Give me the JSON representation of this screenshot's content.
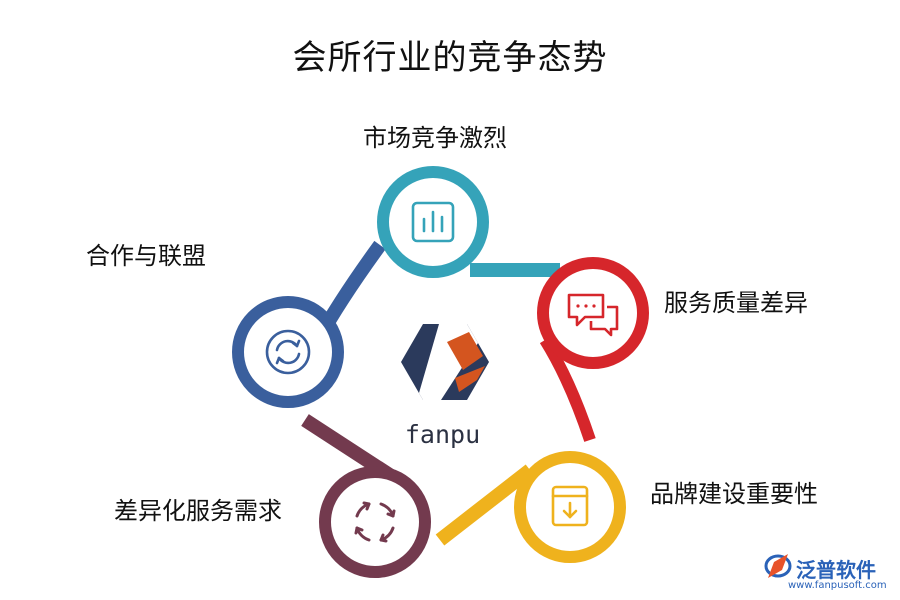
{
  "title": "会所行业的竞争态势",
  "nodes": [
    {
      "label": "市场竞争激烈",
      "icon": "chart-icon",
      "color": "#35a3b9"
    },
    {
      "label": "服务质量差异",
      "icon": "chat-bubbles-icon",
      "color": "#d6262b"
    },
    {
      "label": "品牌建设重要性",
      "icon": "download-box-icon",
      "color": "#efb21d"
    },
    {
      "label": "差异化服务需求",
      "icon": "rotate-arrows-icon",
      "color": "#733a4e"
    },
    {
      "label": "合作与联盟",
      "icon": "refresh-icon",
      "color": "#3a5f9d"
    }
  ],
  "center_logo": {
    "text": "fanpu",
    "color_dark": "#2b3a5c",
    "color_accent": "#d4551f"
  },
  "watermark": {
    "name": "泛普软件",
    "url": "www.fanpusoft.com",
    "color": "#2a62b8"
  }
}
